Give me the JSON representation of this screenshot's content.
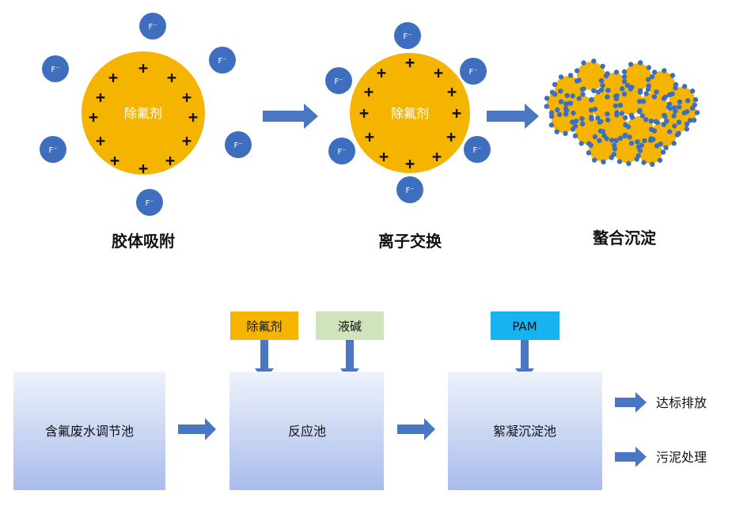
{
  "stages": [
    {
      "label": "胶体吸附",
      "agent": "除氟剂",
      "ion": "F⁻"
    },
    {
      "label": "离子交换",
      "agent": "除氟剂",
      "ion": "F⁻"
    },
    {
      "label": "螯合沉淀"
    }
  ],
  "process": {
    "boxes": [
      "含氟废水调节池",
      "反应池",
      "絮凝沉淀池"
    ],
    "reagents": [
      "除氟剂",
      "液碱",
      "PAM"
    ],
    "outputs": [
      "达标排放",
      "污泥处理"
    ]
  },
  "colors": {
    "agent_fill": "#f5b400",
    "ion_fill": "#3e6fbe",
    "arrow": "#4a76c4",
    "box_top": "#eef2fb",
    "box_bottom": "#a9bceb",
    "reagent_agent": "#f5b400",
    "reagent_alkali": "#cfe3bd",
    "reagent_pam": "#16b3ef"
  }
}
